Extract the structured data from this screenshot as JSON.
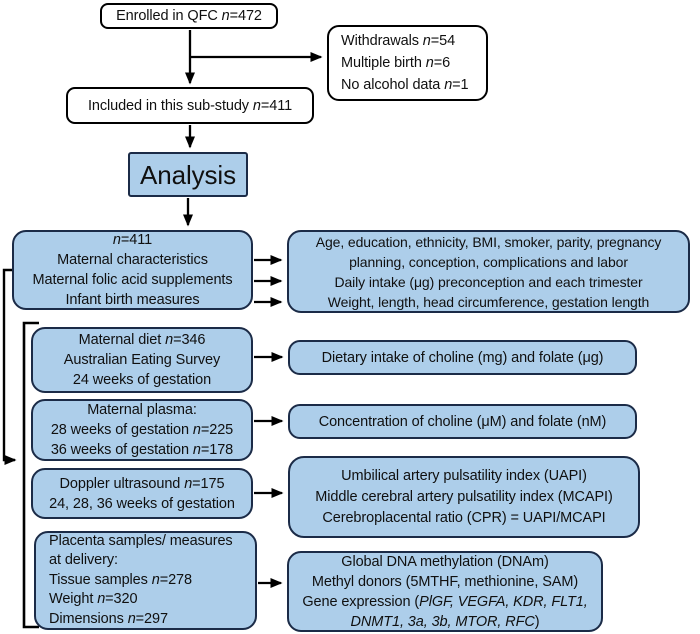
{
  "colors": {
    "box_fill": "#ADCEEA",
    "box_border": "#1B2B47",
    "white_box_border": "#000000",
    "arrow": "#000000"
  },
  "boxes": {
    "enrolled": {
      "lines": [
        [
          {
            "t": "Enrolled in QFC "
          },
          {
            "t": "n",
            "i": true
          },
          {
            "t": "=472"
          }
        ]
      ]
    },
    "exclusions": {
      "lines": [
        [
          {
            "t": "Withdrawals "
          },
          {
            "t": "n",
            "i": true
          },
          {
            "t": "=54"
          }
        ],
        [
          {
            "t": "Multiple birth "
          },
          {
            "t": "n",
            "i": true
          },
          {
            "t": "=6"
          }
        ],
        [
          {
            "t": "No alcohol data "
          },
          {
            "t": "n",
            "i": true
          },
          {
            "t": "=1"
          }
        ]
      ]
    },
    "included": {
      "lines": [
        [
          {
            "t": "Included in this sub-study "
          },
          {
            "t": "n",
            "i": true
          },
          {
            "t": "=411"
          }
        ]
      ]
    },
    "analysis": {
      "label": "Analysis"
    },
    "left": [
      {
        "name": "maternal-overview",
        "lines": [
          [
            {
              "t": "n",
              "i": true
            },
            {
              "t": "=411"
            }
          ],
          [
            {
              "t": "Maternal characteristics"
            }
          ],
          [
            {
              "t": "Maternal folic acid supplements"
            }
          ],
          [
            {
              "t": "Infant birth measures"
            }
          ]
        ]
      },
      {
        "name": "maternal-diet",
        "lines": [
          [
            {
              "t": "Maternal diet "
            },
            {
              "t": "n",
              "i": true
            },
            {
              "t": "=346"
            }
          ],
          [
            {
              "t": "Australian Eating Survey"
            }
          ],
          [
            {
              "t": "24 weeks of gestation"
            }
          ]
        ]
      },
      {
        "name": "maternal-plasma",
        "lines": [
          [
            {
              "t": "Maternal plasma:"
            }
          ],
          [
            {
              "t": "28 weeks of gestation "
            },
            {
              "t": "n",
              "i": true
            },
            {
              "t": "=225"
            }
          ],
          [
            {
              "t": "36 weeks of gestation "
            },
            {
              "t": "n",
              "i": true
            },
            {
              "t": "=178"
            }
          ]
        ]
      },
      {
        "name": "doppler-ultrasound",
        "lines": [
          [
            {
              "t": "Doppler ultrasound "
            },
            {
              "t": "n",
              "i": true
            },
            {
              "t": "=175"
            }
          ],
          [
            {
              "t": "24, 28, 36 weeks of gestation"
            }
          ]
        ]
      },
      {
        "name": "placenta-samples",
        "lines": [
          [
            {
              "t": "Placenta samples/ measures"
            }
          ],
          [
            {
              "t": "at delivery:"
            }
          ],
          [
            {
              "t": "Tissue samples "
            },
            {
              "t": "n",
              "i": true
            },
            {
              "t": "=278"
            }
          ],
          [
            {
              "t": "Weight "
            },
            {
              "t": "n",
              "i": true
            },
            {
              "t": "=320"
            }
          ],
          [
            {
              "t": "Dimensions "
            },
            {
              "t": "n",
              "i": true
            },
            {
              "t": "=297"
            }
          ]
        ]
      }
    ],
    "right": [
      {
        "name": "covariates-outcomes",
        "lines": [
          [
            {
              "t": "Age, education, ethnicity, BMI, smoker, parity, pregnancy"
            }
          ],
          [
            {
              "t": "planning, conception, complications and labor"
            }
          ],
          [
            {
              "t": "Daily intake (μg) preconception and each trimester"
            }
          ],
          [
            {
              "t": "Weight, length, head circumference, gestation length"
            }
          ]
        ]
      },
      {
        "name": "dietary-intake",
        "lines": [
          [
            {
              "t": "Dietary intake of choline (mg) and folate (μg)"
            }
          ]
        ]
      },
      {
        "name": "plasma-concentration",
        "lines": [
          [
            {
              "t": "Concentration of choline (μM) and folate (nM)"
            }
          ]
        ]
      },
      {
        "name": "doppler-indices",
        "lines": [
          [
            {
              "t": "Umbilical artery pulsatility index (UAPI)"
            }
          ],
          [
            {
              "t": "Middle cerebral artery pulsatility index (MCAPI)"
            }
          ],
          [
            {
              "t": "Cerebroplacental ratio (CPR) = UAPI/MCAPI"
            }
          ]
        ]
      },
      {
        "name": "placenta-outcomes",
        "lines": [
          [
            {
              "t": "Global DNA methylation (DNAm)"
            }
          ],
          [
            {
              "t": "Methyl donors (5MTHF, methionine, SAM)"
            }
          ],
          [
            {
              "t": "Gene expression ("
            },
            {
              "t": "PlGF, VEGFA, KDR, FLT1,",
              "i": true
            }
          ],
          [
            {
              "t": "DNMT1, 3a, 3b, MTOR, RFC",
              "i": true
            },
            {
              "t": ")"
            }
          ]
        ]
      }
    ]
  }
}
